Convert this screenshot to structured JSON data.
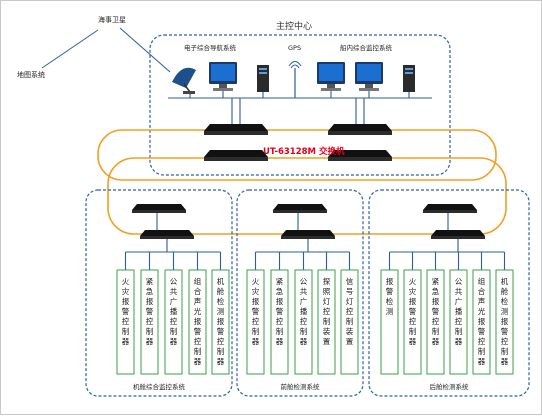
{
  "labels": {
    "satellite": "海事卫星",
    "map_system": "地图系统",
    "main_control": "主控中心",
    "nav_system": "电子综合导航系统",
    "gps": "GPS",
    "ship_monitor": "船内综合监控系统",
    "switch": "UT-63128M 交换机"
  },
  "groups": [
    {
      "name": "机舱综合监控系统",
      "controllers": [
        "火灾报警控制器",
        "紧急报警控制器",
        "公共广播控制器",
        "组合声光报警控制器",
        "机舱检测报警控制器"
      ]
    },
    {
      "name": "前舱检测系统",
      "controllers": [
        "火灾报警控制器",
        "紧急报警控制器",
        "公共广播控制器",
        "探照灯控制装置",
        "信号灯控制装置"
      ]
    },
    {
      "name": "后舱检测系统",
      "controllers": [
        "报警检测",
        "火灾报警控制器",
        "紧急报警控制器",
        "公共广播控制器",
        "组合声光报警控制器",
        "机舱检测报警控制器"
      ]
    }
  ],
  "colors": {
    "dashed_border": "#2f5fa8",
    "ring": "#f0a020",
    "controller_border": "#3aa14a",
    "switch_label": "#e0001b",
    "monitor_screen": "#1b6fd0"
  },
  "icons": [
    "satellite-dish-icon",
    "monitor-icon",
    "server-tower-icon",
    "gps-antenna-icon",
    "network-switch-icon"
  ]
}
